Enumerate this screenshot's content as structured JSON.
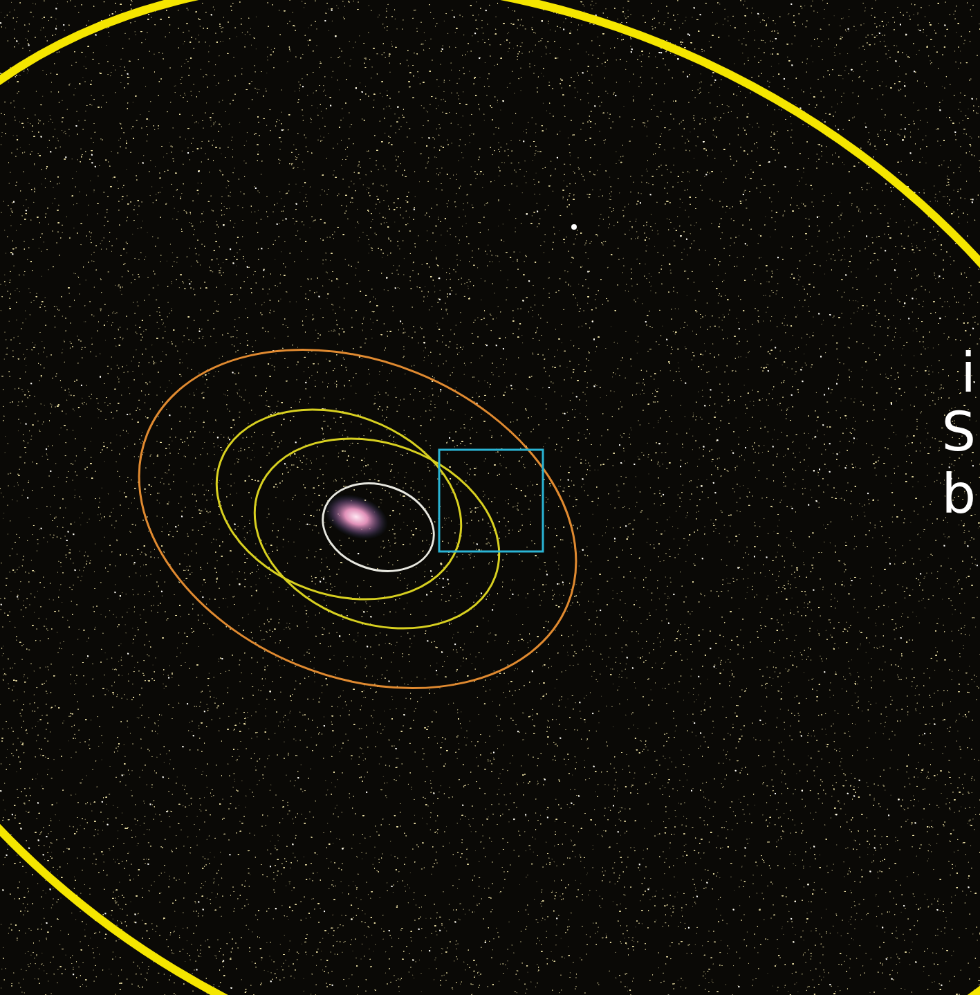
{
  "diagram": {
    "labels": [
      "i",
      "S",
      "b"
    ]
  }
}
